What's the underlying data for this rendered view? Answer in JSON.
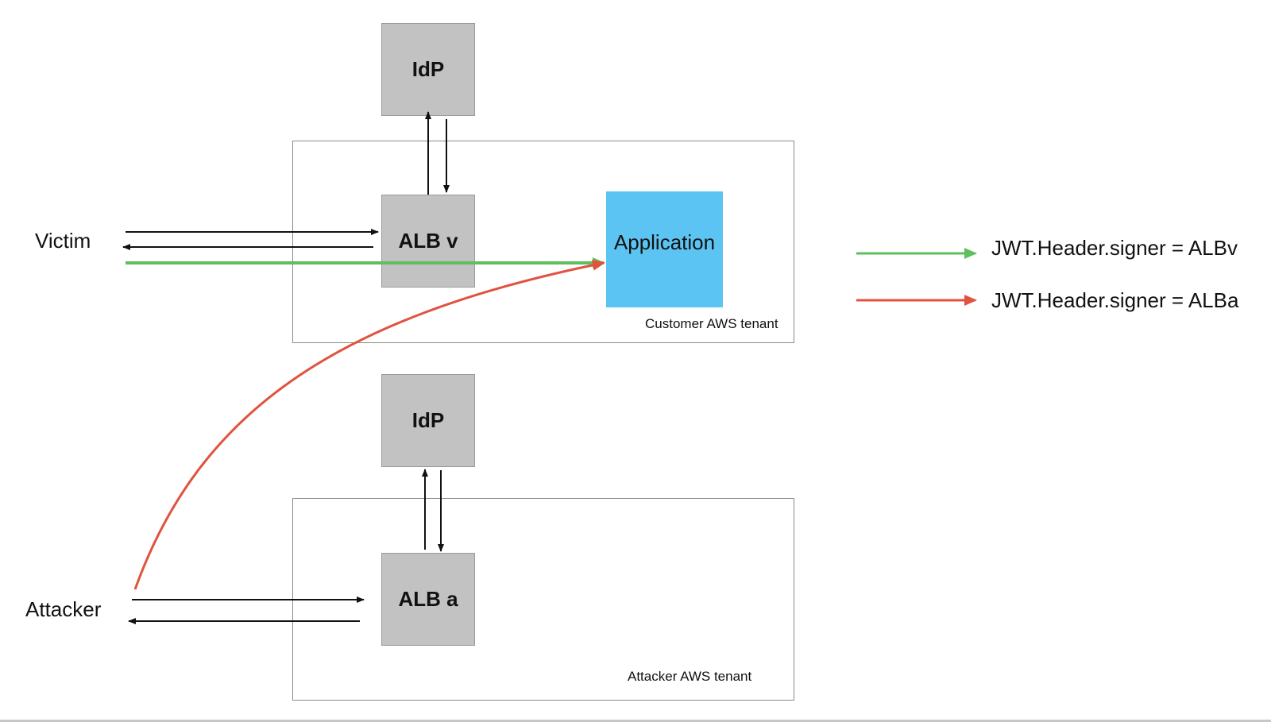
{
  "tenants": {
    "customer_label": "Customer AWS tenant",
    "attacker_label": "Attacker AWS tenant"
  },
  "nodes": {
    "idp_top": "IdP",
    "alb_v": "ALB v",
    "application": "Application",
    "idp_bottom": "IdP",
    "alb_a": "ALB a"
  },
  "actors": {
    "victim": "Victim",
    "attacker": "Attacker"
  },
  "legend": {
    "green_label": "JWT.Header.signer = ALBv",
    "red_label": "JWT.Header.signer = ALBa"
  },
  "colors": {
    "green": "#5fbf5f",
    "red": "#e0533f",
    "application": "#5bc4f2",
    "node_gray": "#c2c2c2"
  }
}
